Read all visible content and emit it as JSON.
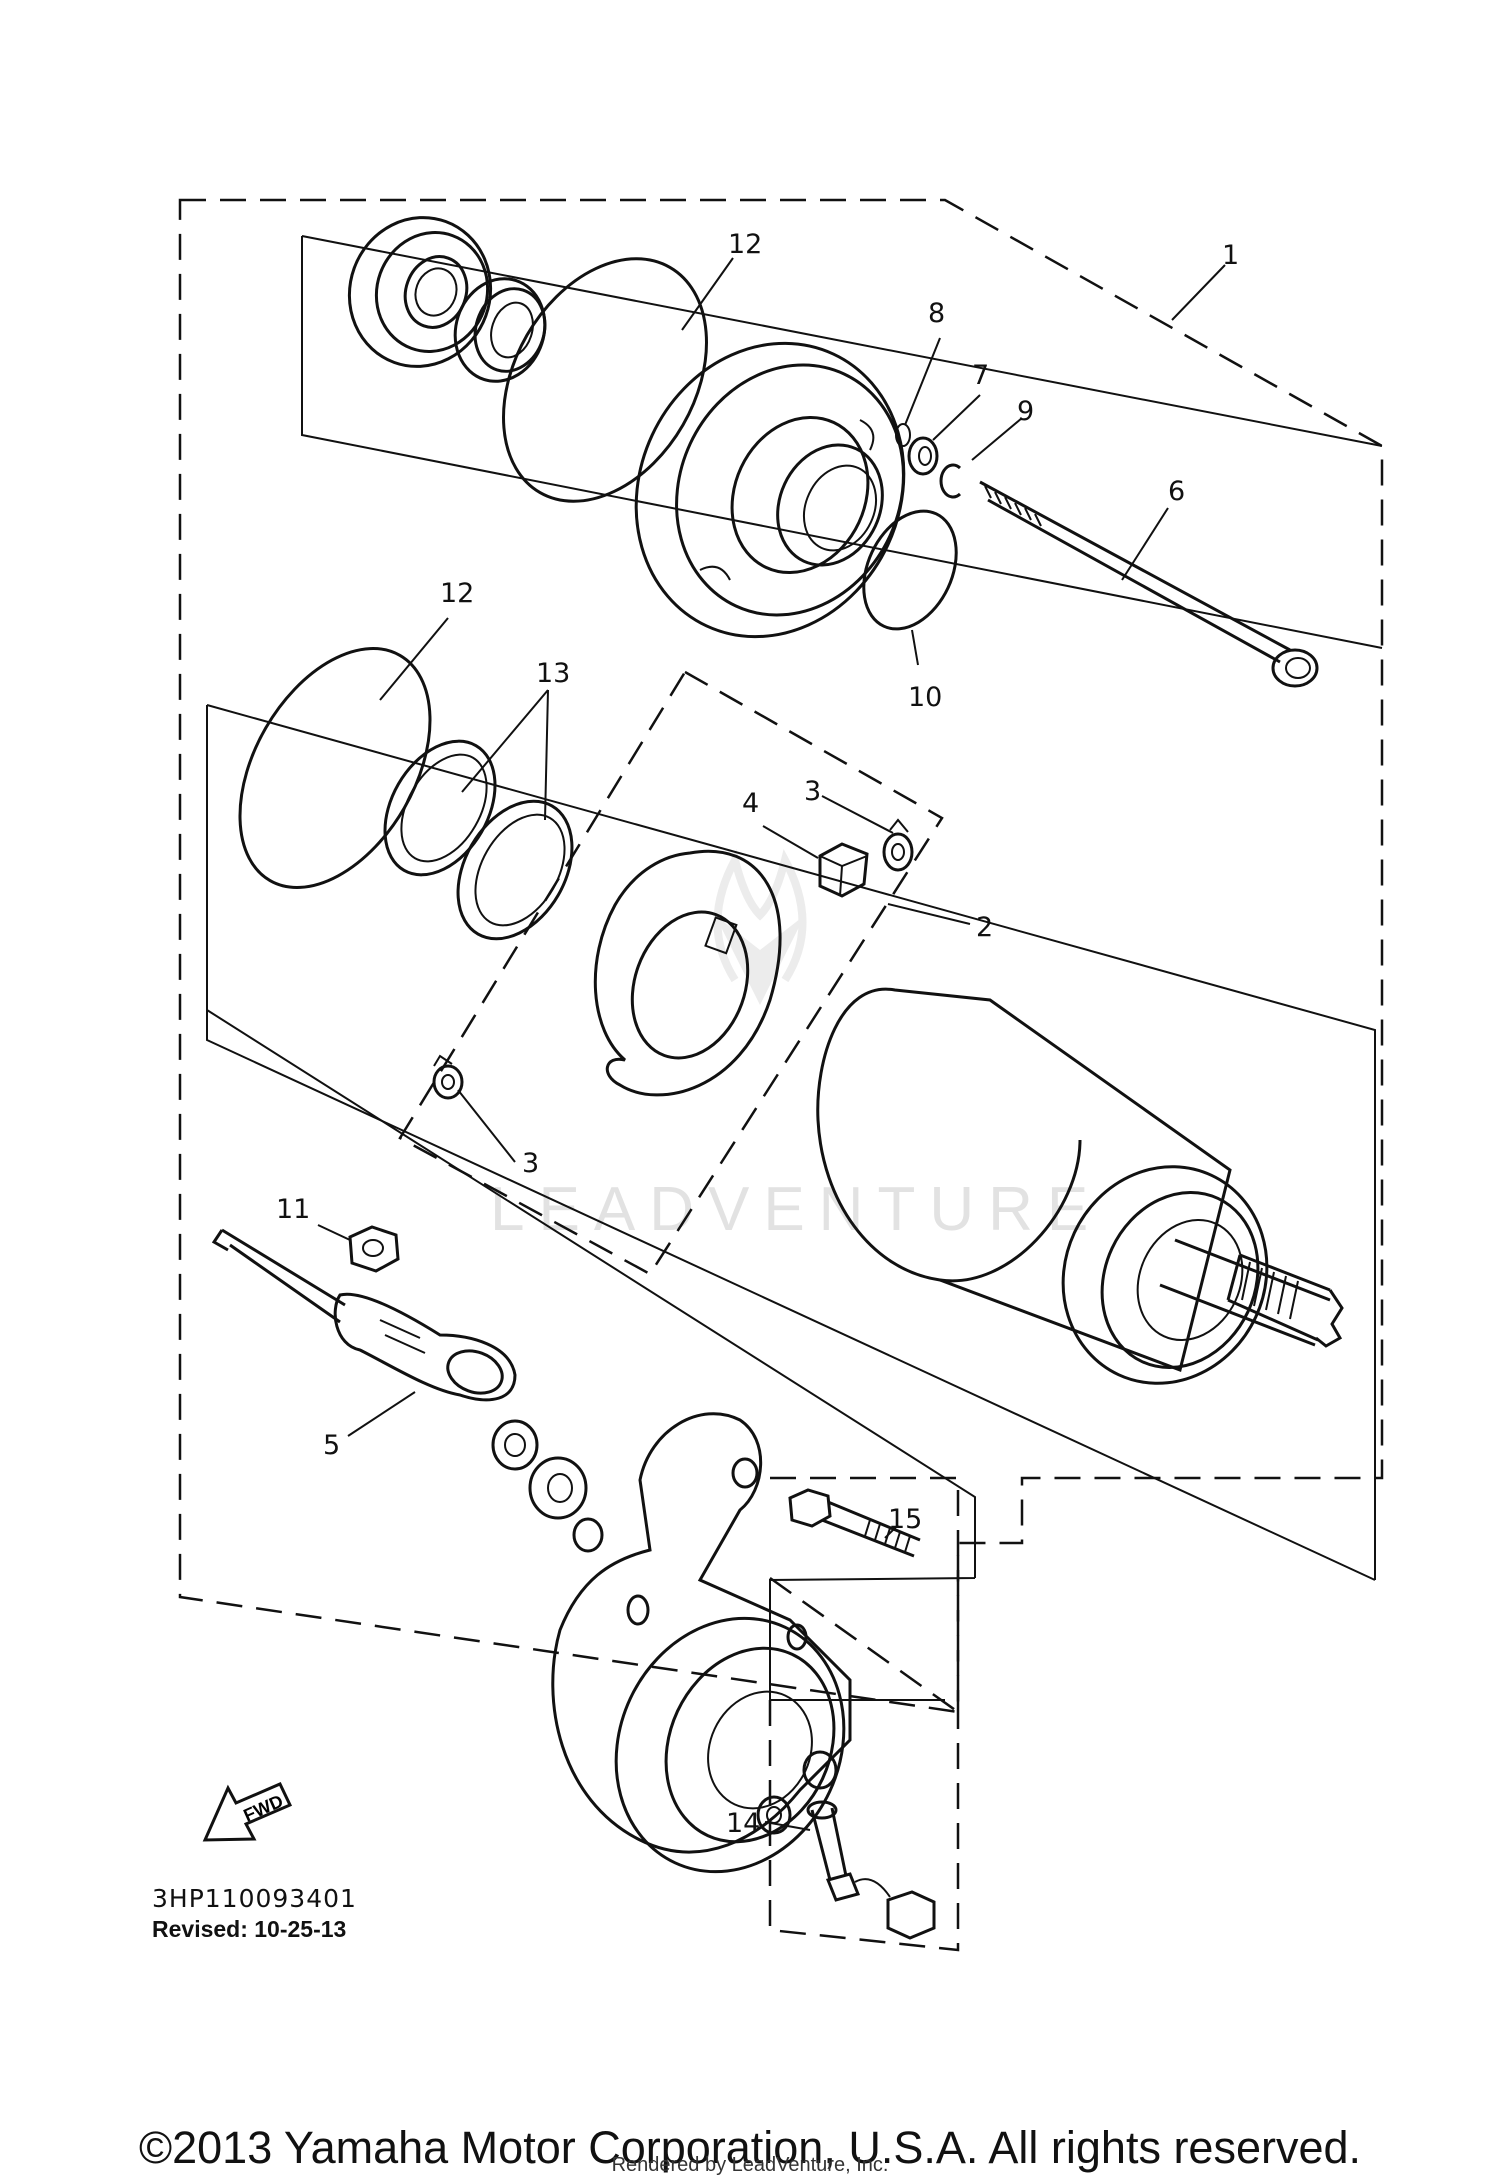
{
  "diagram": {
    "catalog_number": "3HP110093401",
    "revised": "Revised: 10-25-13",
    "fwd_label": "FWD",
    "watermark": "LEADVENTURE",
    "callouts": {
      "c1": "1",
      "c2": "2",
      "c3a": "3",
      "c3b": "3",
      "c4": "4",
      "c5": "5",
      "c6": "6",
      "c7": "7",
      "c8": "8",
      "c9": "9",
      "c10": "10",
      "c11": "11",
      "c12a": "12",
      "c12b": "12",
      "c13": "13",
      "c14": "14",
      "c15": "15"
    }
  },
  "footer": {
    "copyright": "©2013 Yamaha Motor Corporation, U.S.A. All rights reserved.",
    "rendered_by": "Rendered by LeadVenture, Inc."
  }
}
